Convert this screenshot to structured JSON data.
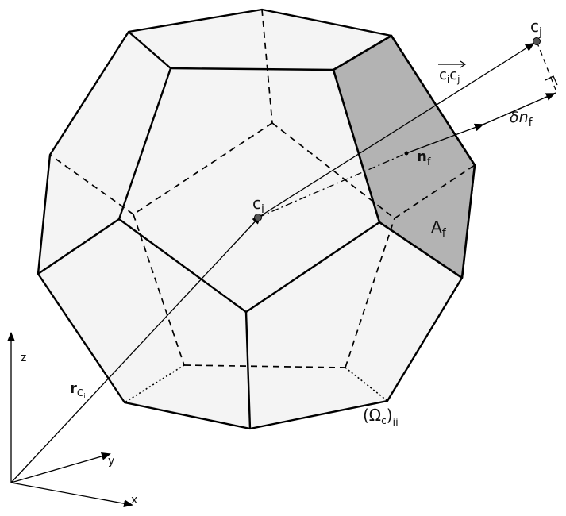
{
  "labels": {
    "cj": "c",
    "cj_sub": "j",
    "ci": "c",
    "ci_sub": "i",
    "vec_main": "c",
    "vec_sub1": "i",
    "vec_main2": "c",
    "vec_sub2": "j",
    "delta_main": "δn",
    "delta_sub": "f",
    "nf_main": "n",
    "nf_sub": "f",
    "af_main": "A",
    "af_sub": "f",
    "rc_main": "r",
    "rc_sub": "C",
    "rc_subsub": "i",
    "omega_main": "(Ω",
    "omega_sub": "c",
    "omega_close": ")",
    "omega_sub2": "ii",
    "axis_z": "z",
    "axis_y": "y",
    "axis_x": "x"
  },
  "colors": {
    "face_fill": "#f4f4f4",
    "highlight_face": "#b3b3b3",
    "stroke": "#000000"
  }
}
